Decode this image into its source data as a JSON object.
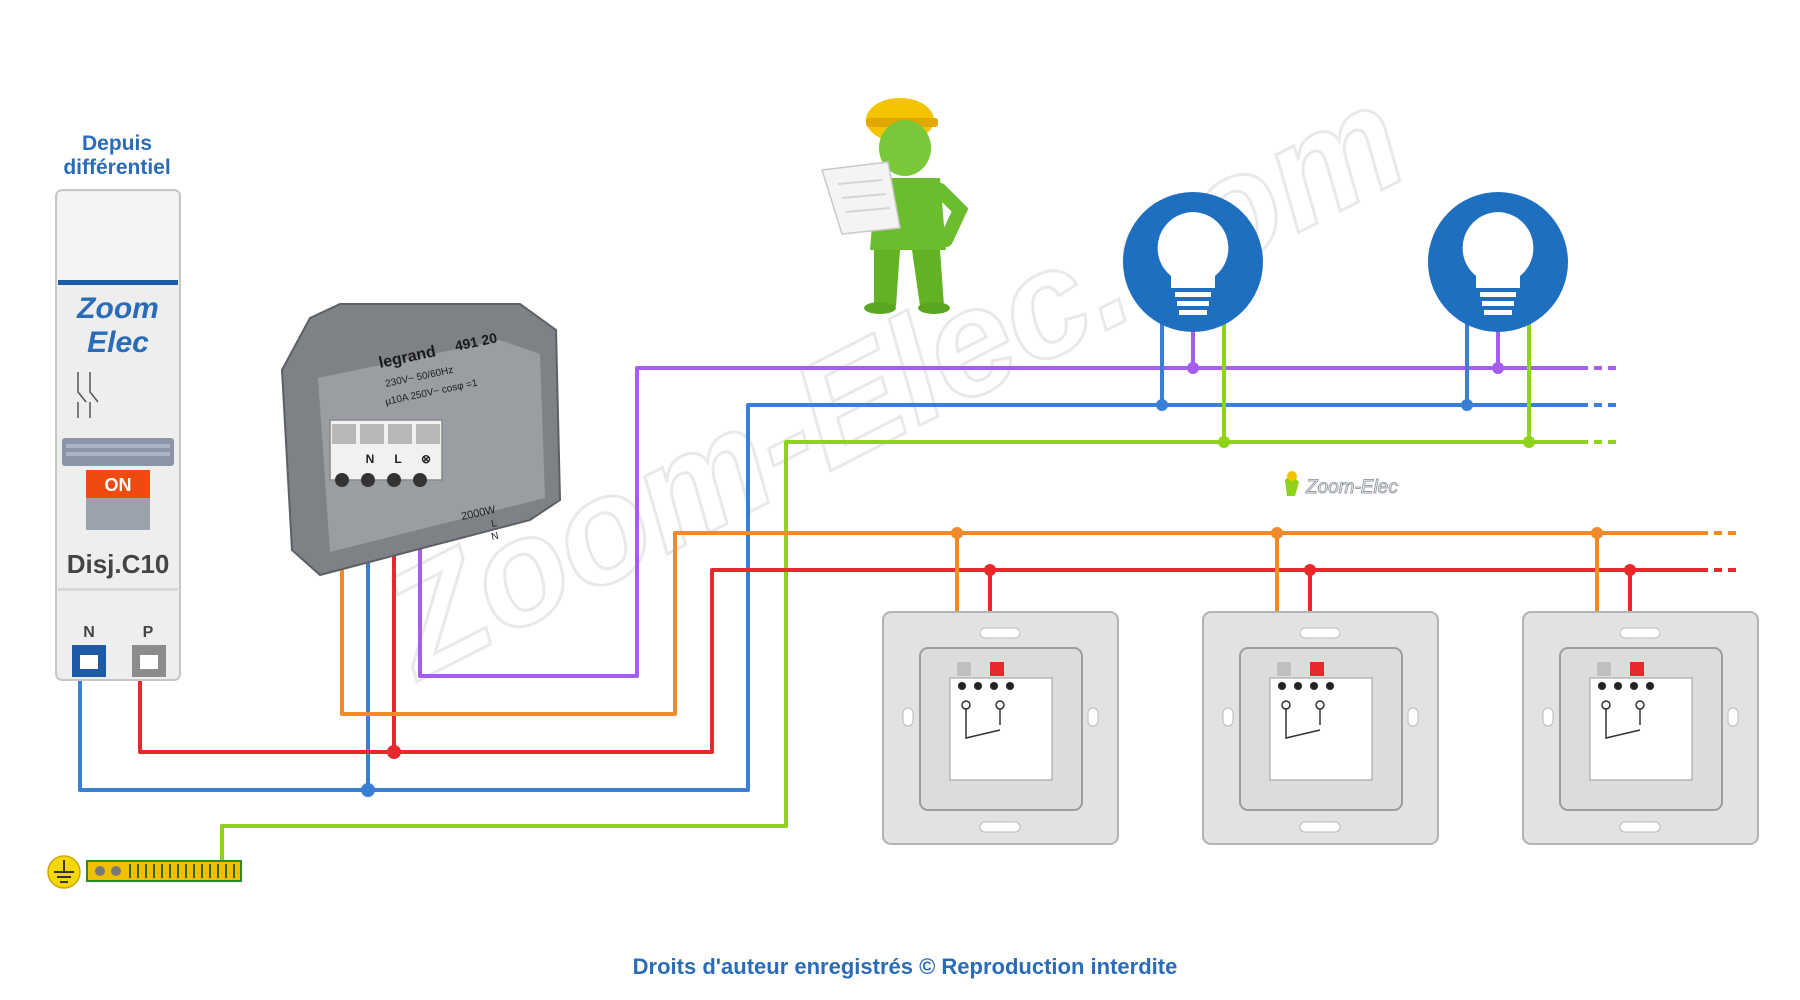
{
  "source_label": {
    "line1": "Depuis",
    "line2": "différentiel"
  },
  "breaker": {
    "brand_line1": "Zoom",
    "brand_line2": "Elec",
    "state": "ON",
    "rating": "Disj.C10",
    "terminal_n": "N",
    "terminal_p": "P"
  },
  "relay": {
    "brand": "legrand",
    "reference": "491 20",
    "spec_line1": "230V~ 50/60Hz",
    "spec_line2": "µ10A 250V~  cosφ =1",
    "terminal_labels": [
      "N",
      "L",
      "⊗"
    ],
    "power": "2000W",
    "bottom_l": "L",
    "bottom_n": "N"
  },
  "watermark": {
    "big": "Zoom-Elec.com",
    "small": "Zoom-Elec"
  },
  "footer": {
    "copyright": "Droits d'auteur enregistrés © Reproduction interdite"
  },
  "colors": {
    "neutral": "#3a7fd6",
    "phase": "#e8282b",
    "earth": "#8ed31a",
    "return": "#f08a2a",
    "switched": "#a55df0",
    "accent": "#2b6cb8"
  },
  "icons": [
    "worker-icon",
    "bulb-icon",
    "earth-symbol-icon",
    "push-button-icon"
  ]
}
